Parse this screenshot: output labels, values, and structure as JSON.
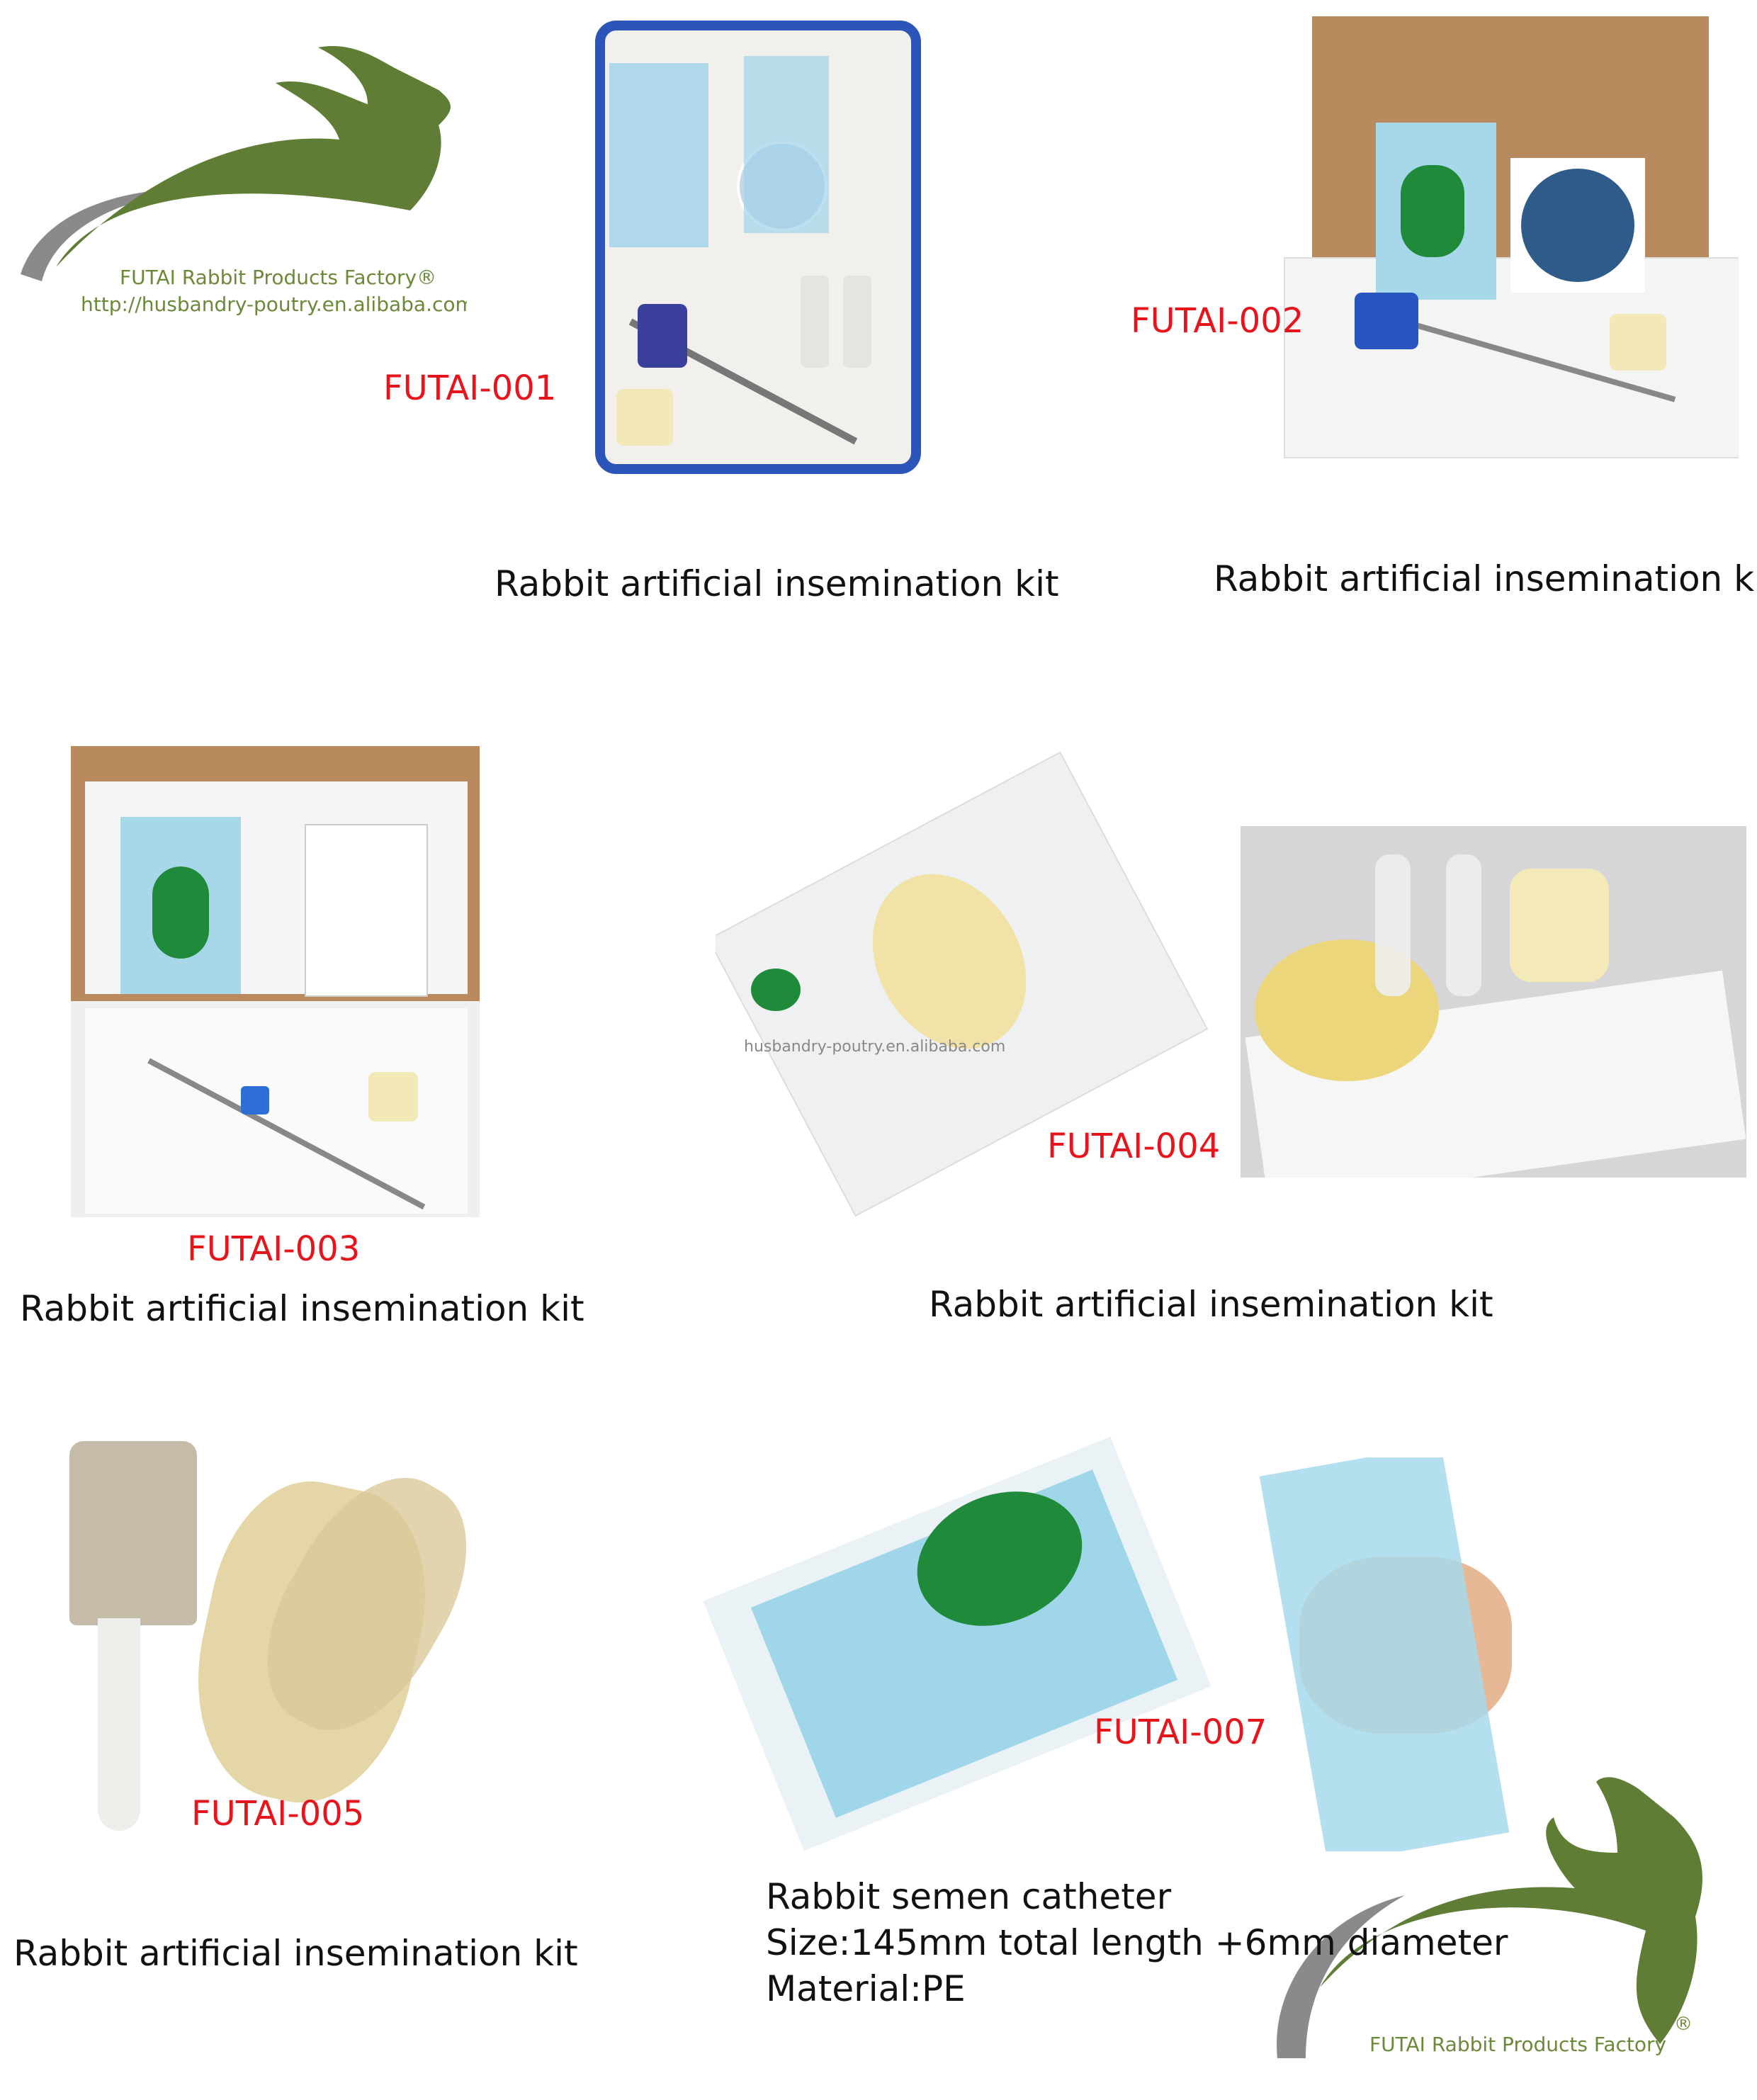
{
  "brand": {
    "name": "FUTAI Rabbit Products Factory",
    "registered_mark": "®",
    "url": "http://husbandry-poutry.en.alibaba.com",
    "watermark": "husbandry-poutry.en.alibaba.com",
    "colors": {
      "green": "#5f7d35",
      "gray": "#8a8a8a",
      "code_red": "#e8141c"
    }
  },
  "products": [
    {
      "code": "FUTAI-001",
      "caption": "Rabbit artificial insemination kit"
    },
    {
      "code": "FUTAI-002",
      "caption": "Rabbit artificial insemination kit"
    },
    {
      "code": "FUTAI-003",
      "caption": "Rabbit artificial insemination kit"
    },
    {
      "code": "FUTAI-004",
      "caption": "Rabbit artificial insemination kit"
    },
    {
      "code": "FUTAI-005",
      "caption": "Rabbit artificial insemination kit"
    },
    {
      "code": "FUTAI-007",
      "lines": [
        "Rabbit semen catheter",
        "Size:145mm total length +6mm diameter",
        "Material:PE"
      ]
    }
  ]
}
